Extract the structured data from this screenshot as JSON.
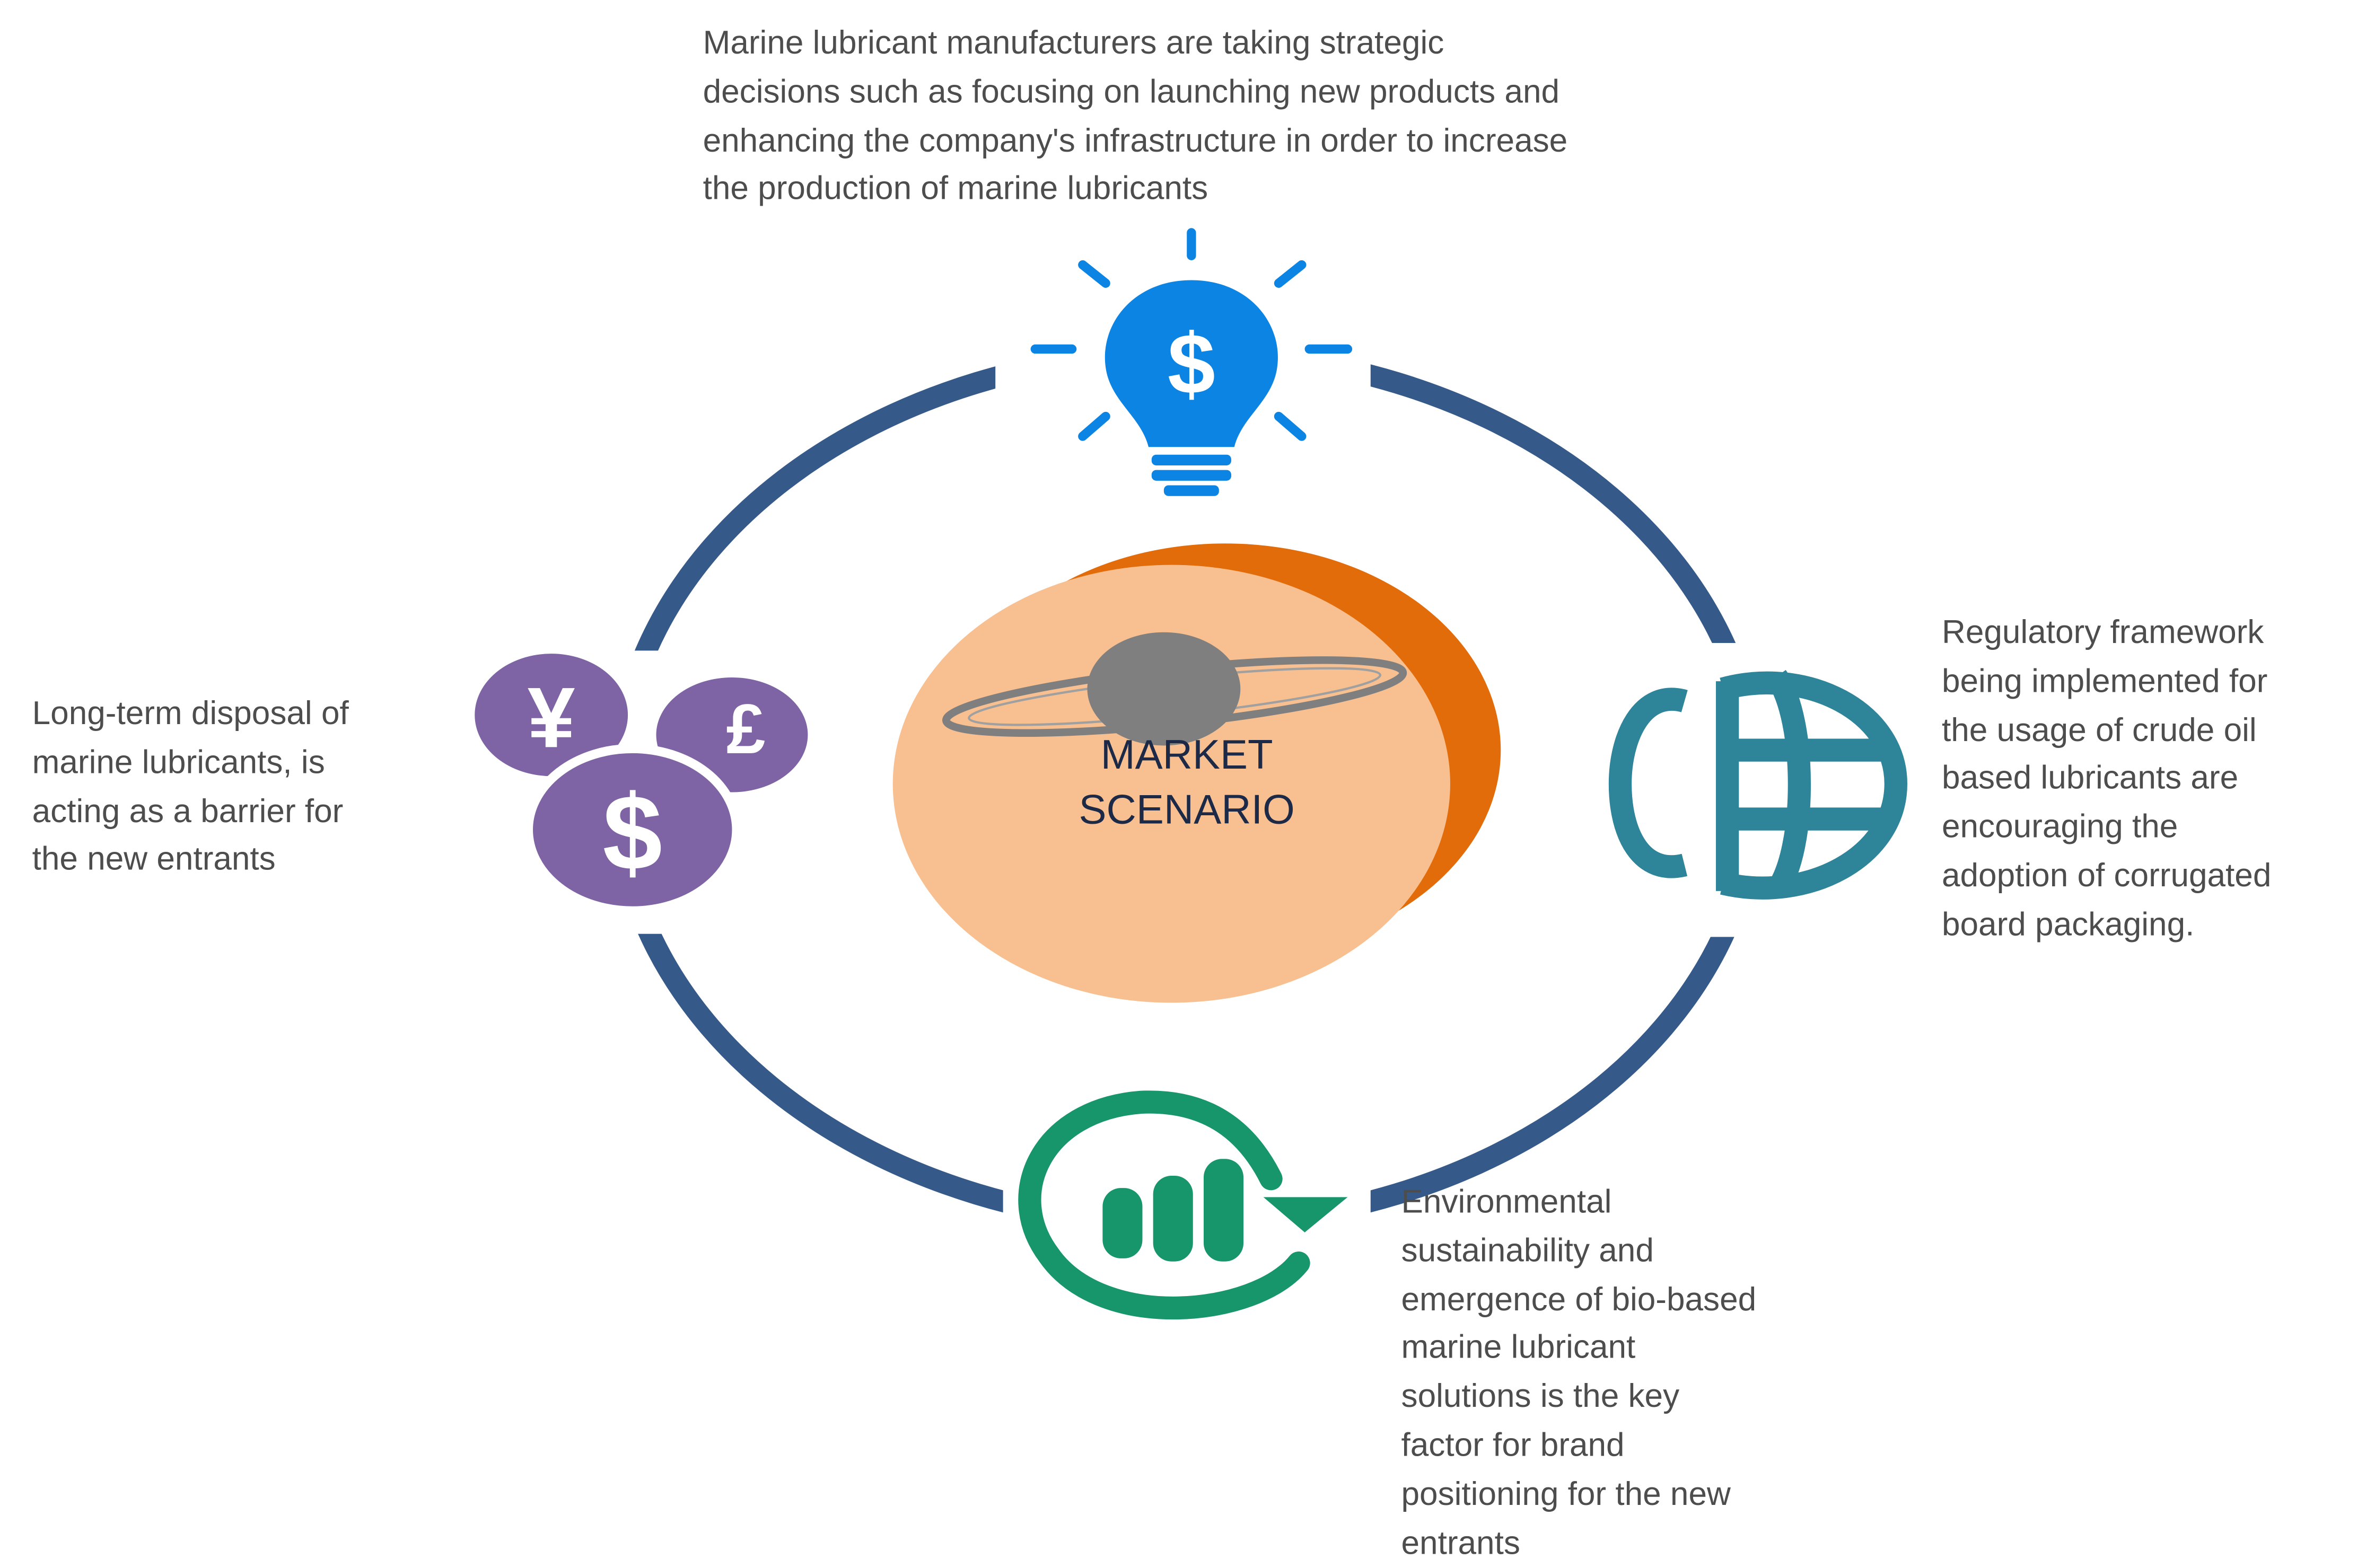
{
  "center": {
    "line1": "MARKET",
    "line2": "SCENARIO"
  },
  "items": [
    {
      "id": "top",
      "icon": "lightbulb-dollar-icon",
      "color": "#0b84e3",
      "lines": [
        "Marine lubricant manufacturers are taking strategic",
        "decisions such as focusing on launching new products and",
        "enhancing the company's infrastructure  in order to increase",
        "the production of marine lubricants"
      ]
    },
    {
      "id": "right",
      "icon": "globe-icon",
      "color": "#2e8499",
      "lines": [
        "Regulatory framework",
        "being implemented for",
        "the usage of crude oil",
        "based lubricants are",
        "encouraging the",
        "adoption of corrugated",
        "board packaging."
      ]
    },
    {
      "id": "bottom",
      "icon": "growth-chart-cycle-icon",
      "color": "#17966c",
      "lines": [
        "Environmental",
        "sustainability and",
        "emergence of bio-based",
        "marine lubricant",
        "solutions is the key",
        "factor for brand",
        "positioning for the new",
        "entrants"
      ]
    },
    {
      "id": "left",
      "icon": "currency-coins-icon",
      "color": "#7e64a4",
      "lines": [
        "Long-term disposal of",
        "marine lubricants, is",
        "acting as a barrier for",
        "the new entrants"
      ]
    }
  ],
  "colors": {
    "ring": "#355a8a",
    "center_fill": "#f8c090",
    "center_shadow": "#e36c0a",
    "planet": "#7f7f7f"
  }
}
